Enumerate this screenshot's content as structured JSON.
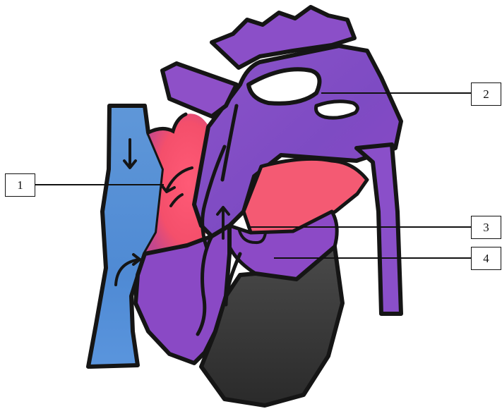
{
  "labels": [
    {
      "id": "1",
      "text": "1"
    },
    {
      "id": "2",
      "text": "2"
    },
    {
      "id": "3",
      "text": "3"
    },
    {
      "id": "4",
      "text": "4"
    }
  ],
  "colors": {
    "deoxygenated": "#5a94d6",
    "oxygenated": "#f0506a",
    "mixed": "#8a46c4",
    "ventricle": "#3b3b3b",
    "outline": "#151515",
    "background": "#ffffff"
  }
}
